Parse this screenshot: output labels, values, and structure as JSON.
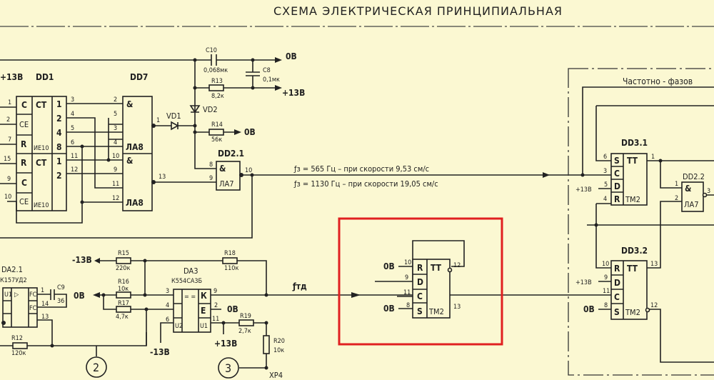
{
  "title": "СХЕМА ЭЛЕКТРИЧЕСКАЯ ПРИНЦИПИАЛЬНАЯ",
  "section_label": "Частотно - фазов",
  "rails": {
    "zero": "0В",
    "plus13": "+13В",
    "minus13": "-13В"
  },
  "dd1": {
    "ref": "DD1",
    "func": "CT",
    "type": "ИЕ10",
    "inputs": [
      "C",
      "CE",
      "R",
      "R",
      "C",
      "CE"
    ],
    "in_pins": [
      "1",
      "2",
      "7",
      "15",
      "9",
      "10"
    ],
    "weights": [
      "1",
      "2",
      "4",
      "8",
      "1",
      "2"
    ],
    "out_pins": [
      "3",
      "4",
      "5",
      "6",
      "11",
      "12"
    ]
  },
  "dd7": {
    "ref": "DD7",
    "func": "&",
    "type": "ЛА8",
    "in_pins": [
      "2",
      "5",
      "3",
      "4",
      "10",
      "9",
      "11",
      "12"
    ],
    "out_pins": [
      "1",
      "13"
    ]
  },
  "dd21": {
    "ref": "DD2.1",
    "func": "&",
    "type": "ЛА7",
    "in_pins": [
      "8",
      "9"
    ],
    "out_pin": "10"
  },
  "c10": {
    "ref": "C10",
    "value": "0,068мк"
  },
  "c8": {
    "ref": "C8",
    "value": "0,1мк"
  },
  "r13": {
    "ref": "R13",
    "value": "8,2к"
  },
  "r14": {
    "ref": "R14",
    "value": "56к"
  },
  "vd1": "VD1",
  "vd2": "VD2",
  "freq": {
    "f1": "ƒз = 565 Гц – при скорости 9,53 см/с",
    "f2": "ƒз = 1130 Гц – при скорости 19,05 см/с",
    "ftd": "ƒтд"
  },
  "da21": {
    "ref": "DA2.1",
    "type": "К157УД2",
    "pins": [
      "1",
      "14",
      "13"
    ],
    "fc": "FC",
    "u1": "U1"
  },
  "c9": {
    "ref": "C9",
    "value": "36"
  },
  "r12": {
    "ref": "R12",
    "value": "120к"
  },
  "r15": {
    "ref": "R15",
    "value": "220к"
  },
  "r16": {
    "ref": "R16",
    "value": "10к"
  },
  "r17": {
    "ref": "R17",
    "value": "4,7к"
  },
  "r18": {
    "ref": "R18",
    "value": "110к"
  },
  "r19": {
    "ref": "R19",
    "value": "2,7к"
  },
  "r20": {
    "ref": "R20",
    "value": "10к"
  },
  "da3": {
    "ref": "DA3",
    "type": "К554СА3Б",
    "func": "= =",
    "outs": [
      "К",
      "Е",
      "U1"
    ],
    "u2": "U2",
    "pins": [
      "3",
      "4",
      "6",
      "9",
      "2",
      "11"
    ]
  },
  "markers": [
    "2",
    "3"
  ],
  "xp4": "XP4",
  "ff": {
    "func": "TT",
    "type": "TM2",
    "inputs": [
      "R",
      "D",
      "C",
      "S"
    ]
  },
  "ff_mid_pins": [
    "10",
    "9",
    "11",
    "8",
    "12",
    "13"
  ],
  "dd31": {
    "ref": "DD3.1",
    "pins": [
      "6",
      "3",
      "5",
      "4",
      "1"
    ]
  },
  "dd32": {
    "ref": "DD3.2",
    "pins": [
      "10",
      "9",
      "11",
      "8",
      "13",
      "12"
    ]
  },
  "dd22": {
    "ref": "DD2.2",
    "func": "&",
    "type": "ЛА7",
    "pins": [
      "1",
      "2",
      "3"
    ]
  },
  "highlight_color": "#e02020"
}
